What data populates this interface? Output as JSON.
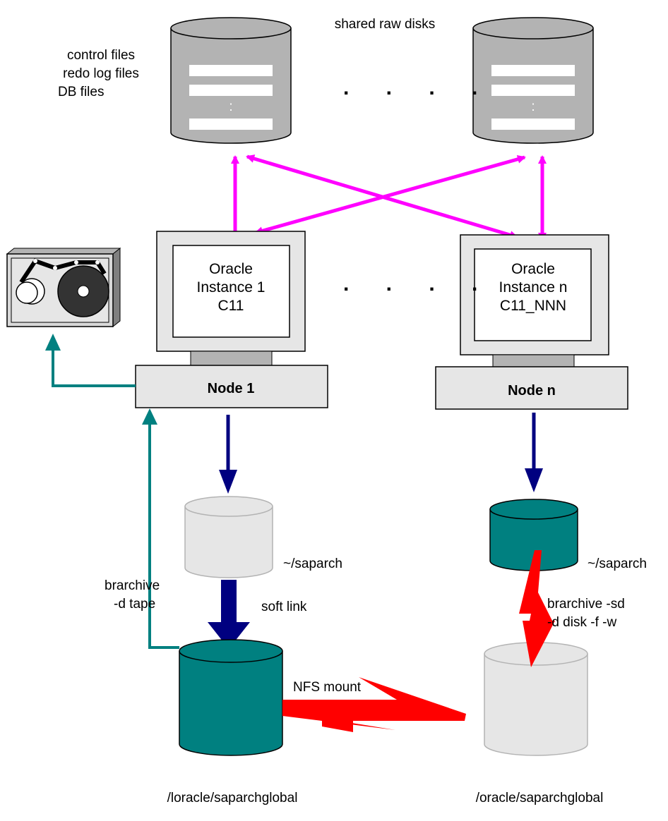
{
  "shared_disks": {
    "title": "shared raw disks",
    "contents": [
      "control files",
      "redo log files",
      "DB files"
    ],
    "slot_colon": ":",
    "ellipsis": ". . . ."
  },
  "nodes": [
    {
      "label": "Node 1",
      "instance_lines": [
        "Oracle",
        "Instance 1",
        "C11"
      ]
    },
    {
      "label": "Node n",
      "instance_lines": [
        "Oracle",
        "Instance n",
        "C11_NNN"
      ]
    }
  ],
  "nodes_ellipsis": ". . . .",
  "local_archive_label_left": "~/saparch",
  "local_archive_label_right": "~/saparch",
  "soft_link_label": "soft link",
  "nfs_label": "NFS mount",
  "brarchive_tape": [
    "brarchive",
    "-d tape"
  ],
  "brarchive_disk": [
    "brarchive -sd",
    "-d disk -f -w"
  ],
  "global_left": "/loracle/saparchglobal",
  "global_right": "/oracle/saparchglobal",
  "colors": {
    "magenta": "#ff00ff",
    "navy": "#000080",
    "teal": "#008080",
    "red": "#ff0000",
    "disk_gray": "#b3b3b3",
    "light_gray": "#e6e6e6"
  }
}
